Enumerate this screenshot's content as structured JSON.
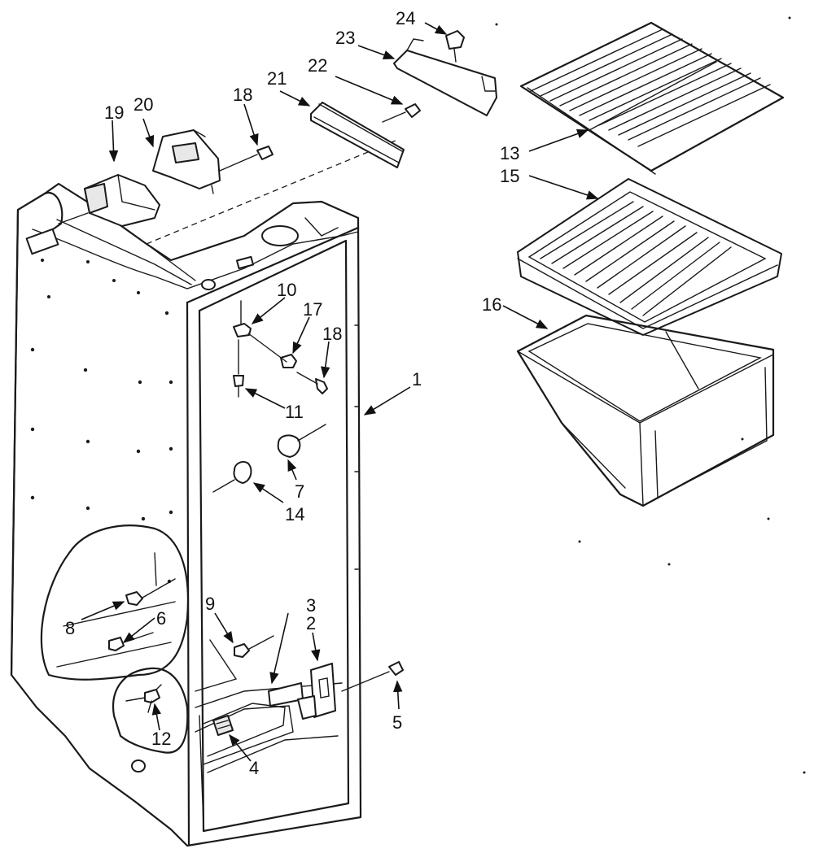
{
  "callouts": [
    {
      "id": "c1",
      "text": "1"
    },
    {
      "id": "c2",
      "text": "2"
    },
    {
      "id": "c3",
      "text": "3"
    },
    {
      "id": "c4",
      "text": "4"
    },
    {
      "id": "c5",
      "text": "5"
    },
    {
      "id": "c6",
      "text": "6"
    },
    {
      "id": "c7",
      "text": "7"
    },
    {
      "id": "c8",
      "text": "8"
    },
    {
      "id": "c9",
      "text": "9"
    },
    {
      "id": "c10",
      "text": "10"
    },
    {
      "id": "c11",
      "text": "11"
    },
    {
      "id": "c12",
      "text": "12"
    },
    {
      "id": "c13",
      "text": "13"
    },
    {
      "id": "c14",
      "text": "14"
    },
    {
      "id": "c15",
      "text": "15"
    },
    {
      "id": "c16",
      "text": "16"
    },
    {
      "id": "c17",
      "text": "17"
    },
    {
      "id": "c18a",
      "text": "18"
    },
    {
      "id": "c18b",
      "text": "18"
    },
    {
      "id": "c19",
      "text": "19"
    },
    {
      "id": "c20",
      "text": "20"
    },
    {
      "id": "c21",
      "text": "21"
    },
    {
      "id": "c22",
      "text": "22"
    },
    {
      "id": "c23",
      "text": "23"
    },
    {
      "id": "c24",
      "text": "24"
    }
  ]
}
